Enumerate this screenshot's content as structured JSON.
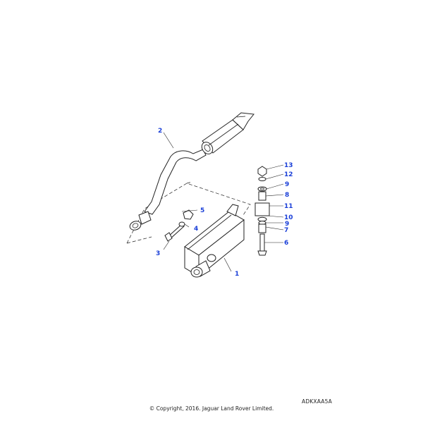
{
  "diagram": {
    "callouts": [
      "1",
      "2",
      "3",
      "4",
      "5",
      "6",
      "7",
      "8",
      "9",
      "9",
      "10",
      "11",
      "12",
      "13"
    ],
    "reference_code": "ADKXAA5A",
    "copyright": "© Copyright, 2016. Jaguar Land Rover Limited.",
    "callout_color": "#1a3fd8"
  }
}
